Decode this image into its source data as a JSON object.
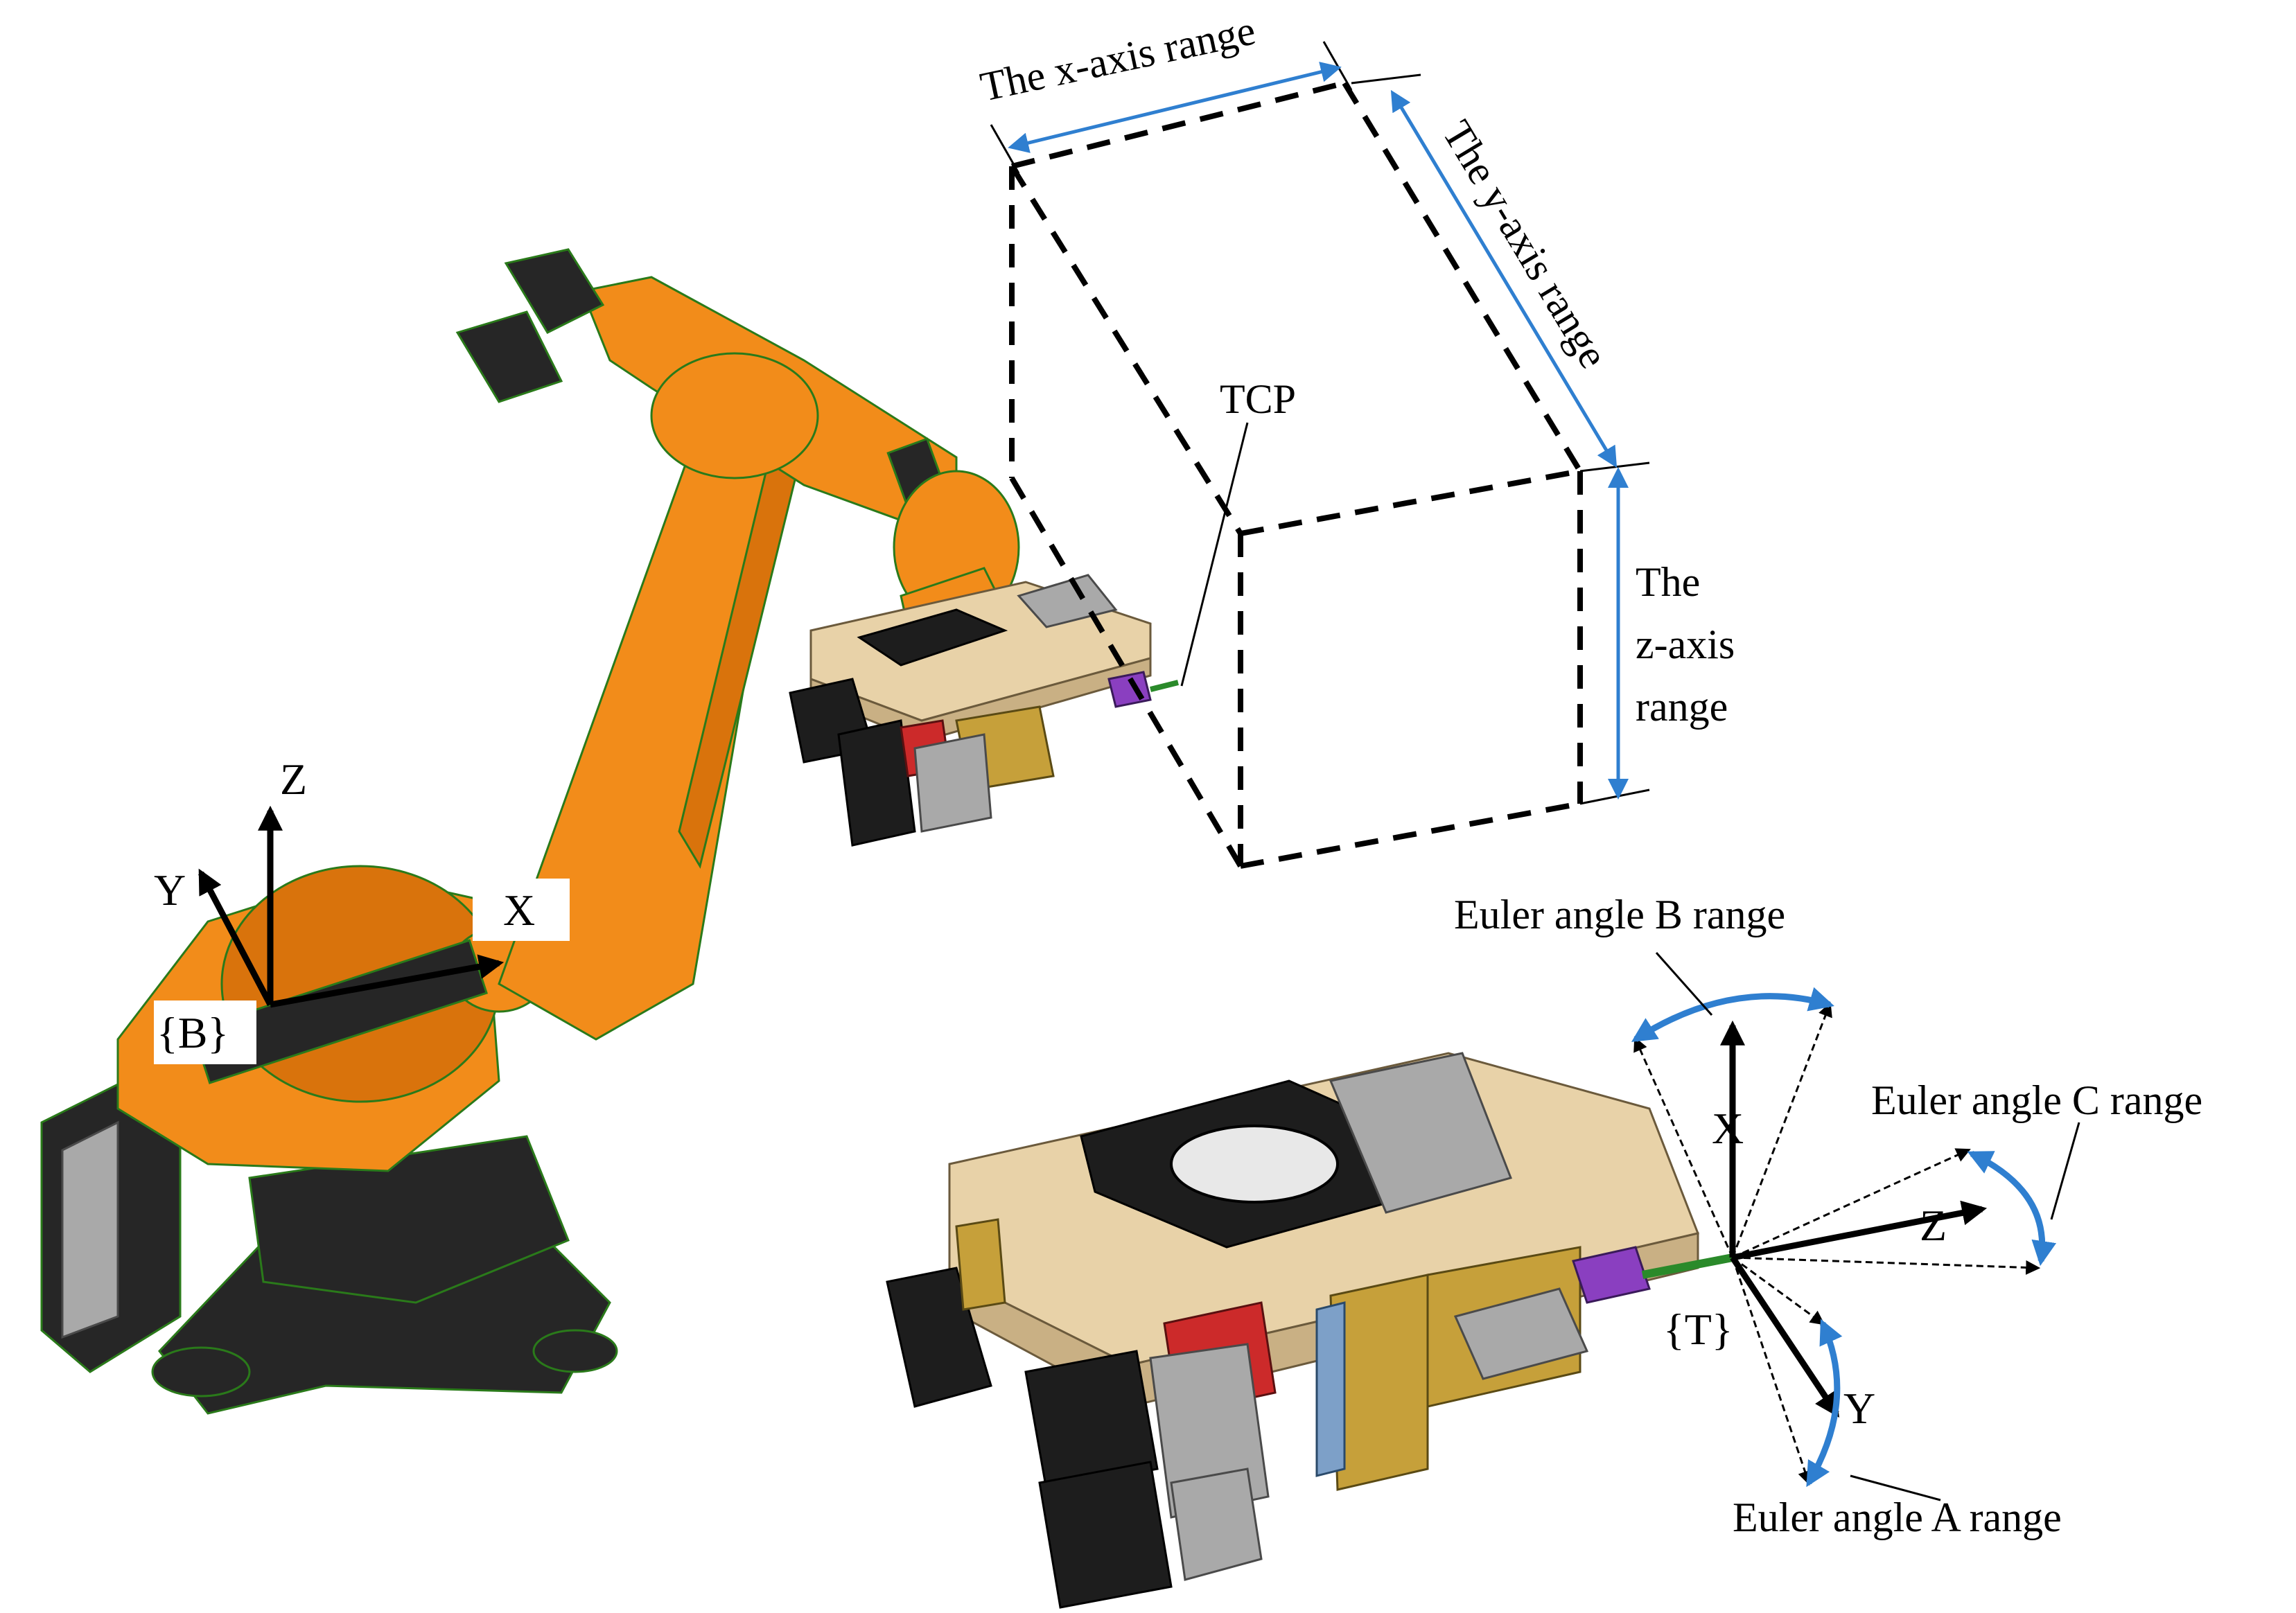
{
  "labels": {
    "x_range": "The x-axis range",
    "y_range": "The y-axis range",
    "z_range_1": "The",
    "z_range_2": "z-axis",
    "z_range_3": "range",
    "tcp": "TCP",
    "base_z": "Z",
    "base_y": "Y",
    "base_x": "X",
    "base_frame": "{B}",
    "euler_b": "Euler angle B range",
    "euler_c": "Euler angle C range",
    "euler_a": "Euler angle A range",
    "tool_x": "X",
    "tool_z": "Z",
    "tool_y": "Y",
    "tool_frame": "{T}"
  },
  "colors": {
    "robot": "#f28c1a",
    "range_arrow": "#2f7fd0",
    "base": "#262626",
    "plate": "#e8d2a8"
  }
}
